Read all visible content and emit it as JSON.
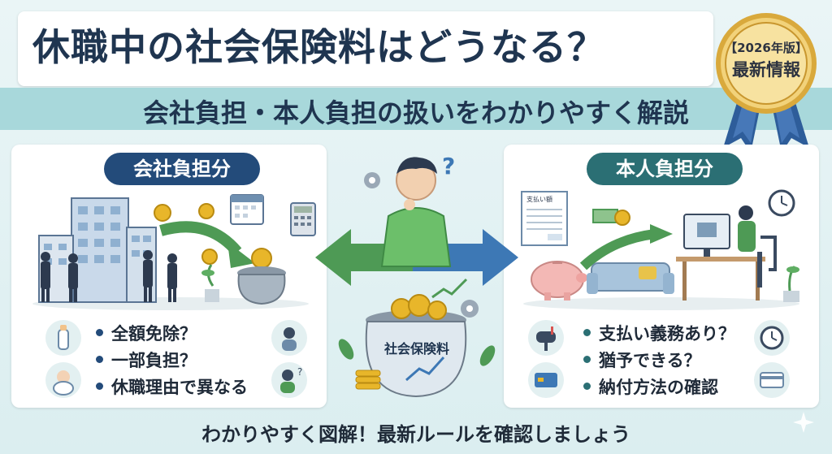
{
  "header": {
    "title": "休職中の社会保険料はどうなる？",
    "subtitle": "会社負担・本人負担の扱いをわかりやすく解説"
  },
  "badge": {
    "year": "【2026年版】",
    "label": "最新情報"
  },
  "company_panel": {
    "heading": "会社負担分",
    "items": [
      "全額免除？",
      "一部負担？",
      "休職理由で異なる"
    ]
  },
  "personal_panel": {
    "heading": "本人負担分",
    "items": [
      "支払い義務あり？",
      "猶予できる？",
      "納付方法の確認"
    ],
    "invoice_label": "支払い額"
  },
  "center": {
    "pot_label": "社会保険料"
  },
  "footer": {
    "text": "わかりやすく図解！最新ルールを確認しましょう"
  },
  "colors": {
    "navy": "#1f3550",
    "company_accent": "#234b7a",
    "personal_accent": "#2b6f74",
    "arrow_green": "#4e9a55",
    "arrow_blue": "#3d78b5",
    "coin_gold": "#e8b62a",
    "band_teal": "#a8d8db"
  }
}
